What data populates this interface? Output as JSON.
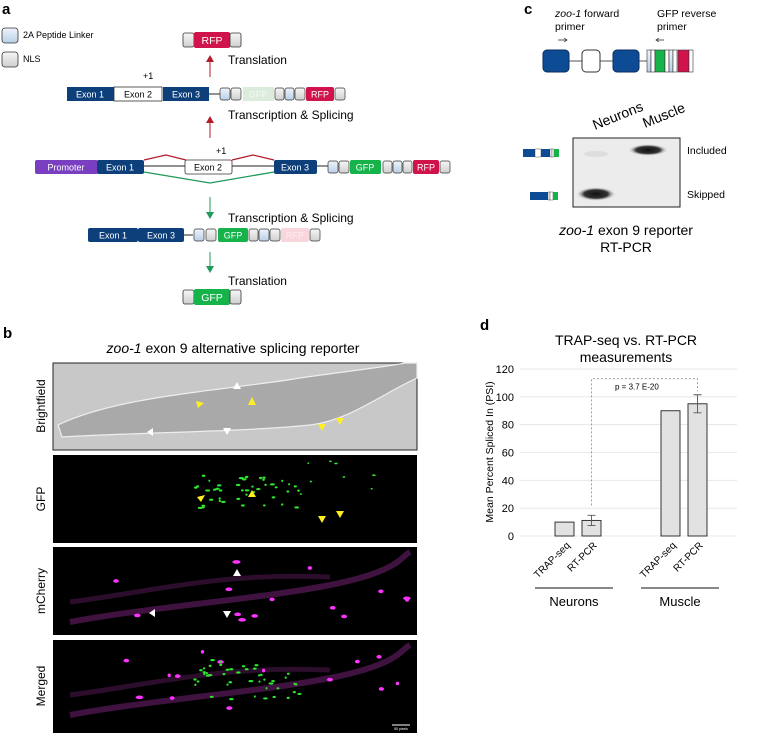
{
  "panel_a": {
    "label": "a",
    "legend": [
      {
        "text": "2A Peptide Linker",
        "color": "#cfe0f0"
      },
      {
        "text": "NLS",
        "color": "#e4e4e4"
      }
    ],
    "top_protein": "RFP",
    "translation_1": "Translation",
    "plus1_a": "+1",
    "row_included": [
      "Exon 1",
      "Exon 2",
      "Exon 3",
      "GFP",
      "RFP"
    ],
    "ts_1": "Transcription & Splicing",
    "plus1_b": "+1",
    "row_gene": [
      "Promoter",
      "Exon 1",
      "Exon 2",
      "Exon 3",
      "GFP",
      "RFP"
    ],
    "ts_2": "Transcription & Splicing",
    "row_skipped": [
      "Exon 1",
      "Exon 3",
      "GFP",
      "RFP"
    ],
    "translation_2": "Translation",
    "bottom_protein": "GFP",
    "colors": {
      "exon": "#0d3f7a",
      "promoter": "#7a3fc0",
      "gfp": "#16b24a",
      "rfp": "#d0134a",
      "include_path": "#b51c2a",
      "skip_path": "#1f9a5a"
    }
  },
  "panel_b": {
    "label": "b",
    "title_italic": "zoo-1",
    "title_rest": " exon 9 alternative splicing reporter",
    "channels": [
      "Brightfield",
      "GFP",
      "mCherry",
      "Merged"
    ],
    "scale_bar": "50 pixels"
  },
  "panel_c": {
    "label": "c",
    "fwd_primer_italic": "zoo-1",
    "fwd_primer_rest": " forward",
    "fwd_primer_line2": "primer",
    "rev_primer_line1": "GFP reverse",
    "rev_primer_line2": "primer",
    "lanes": [
      "Neurons",
      "Muscle"
    ],
    "bands": [
      "Included",
      "Skipped"
    ],
    "caption_italic": "zoo-1",
    "caption_rest": " exon 9 reporter",
    "caption_line2": "RT-PCR"
  },
  "chart_data": {
    "type": "bar",
    "label": "d",
    "title": [
      "TRAP-seq vs. RT-PCR",
      "measurements"
    ],
    "ylabel": "Mean Percent Spliced In (PSI)",
    "ylim": [
      0,
      120
    ],
    "yticks": [
      0,
      20,
      40,
      60,
      80,
      100,
      120
    ],
    "grid": true,
    "groups": [
      {
        "name": "Neurons",
        "bars": [
          {
            "category": "TRAP-seq",
            "value": 10
          },
          {
            "category": "RT-PCR",
            "value": 11.2,
            "error": 3.7
          }
        ]
      },
      {
        "name": "Muscle",
        "bars": [
          {
            "category": "TRAP-seq",
            "value": 90
          },
          {
            "category": "RT-PCR",
            "value": 95,
            "error": 6.5
          }
        ]
      }
    ],
    "annotation": "p = 3.7 E-20",
    "bar_color": "#e2e2e2"
  }
}
